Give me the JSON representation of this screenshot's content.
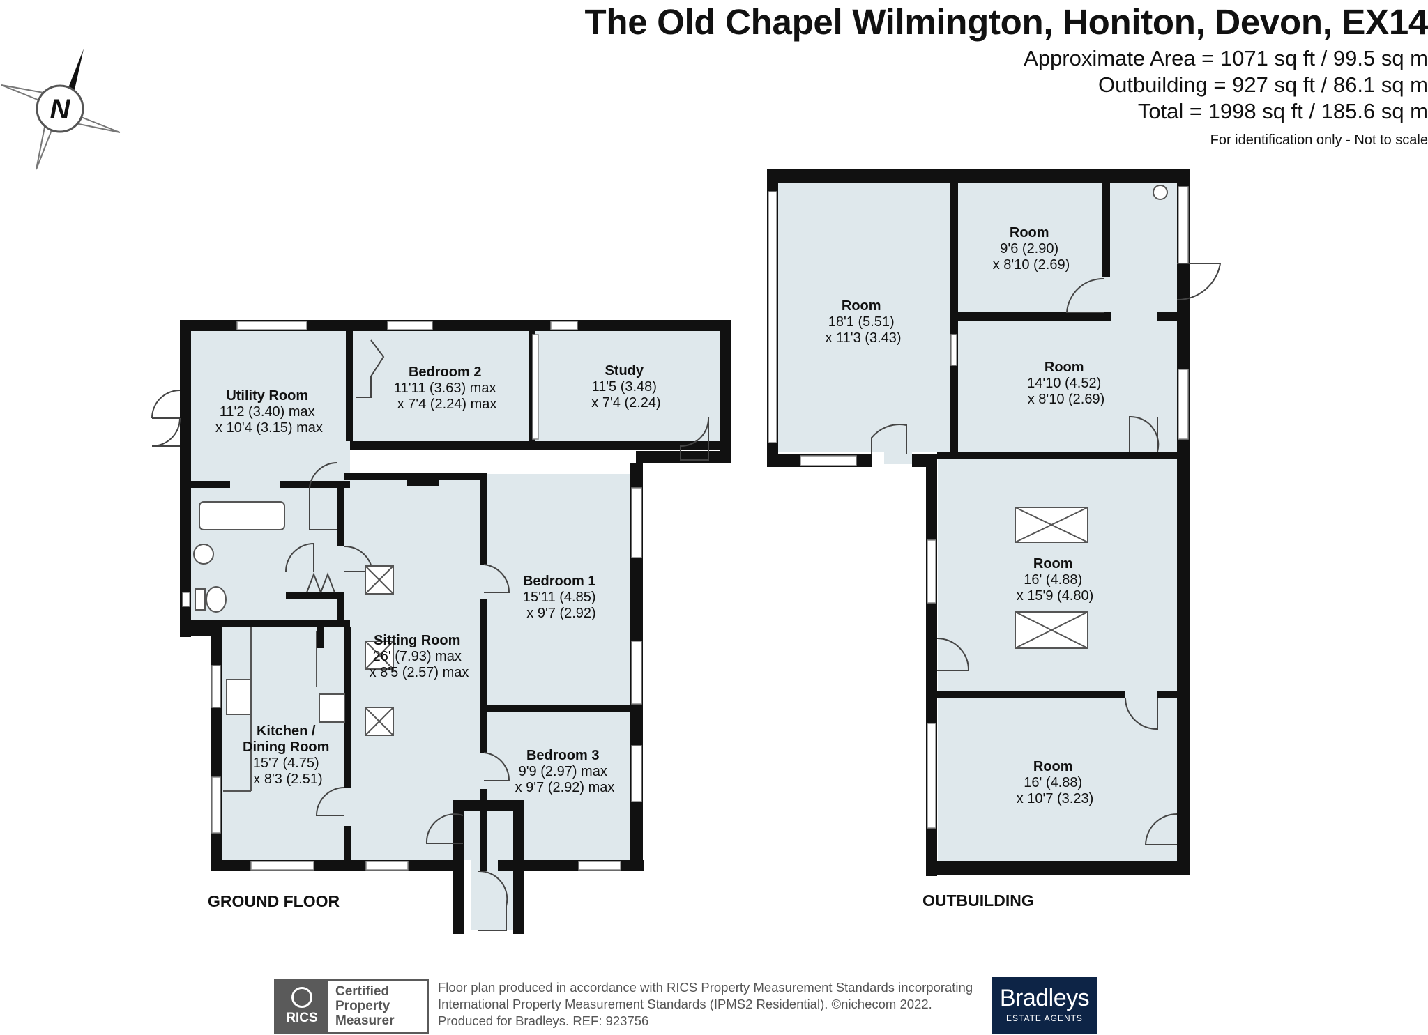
{
  "header": {
    "title": "The Old Chapel Wilmington, Honiton, Devon, EX14",
    "area_lines": [
      "Approximate Area = 1071 sq ft / 99.5 sq m",
      "Outbuilding = 927 sq ft / 86.1 sq m",
      "Total = 1998 sq ft / 185.6 sq m"
    ],
    "disclaimer": "For identification only - Not to scale"
  },
  "compass": {
    "label": "N"
  },
  "ground_floor": {
    "label": "GROUND FLOOR",
    "rooms": [
      {
        "name": "Utility Room",
        "dims": [
          "11'2 (3.40) max",
          "x 10'4 (3.15) max"
        ]
      },
      {
        "name": "Bedroom 2",
        "dims": [
          "11'11 (3.63) max",
          "x 7'4 (2.24) max"
        ]
      },
      {
        "name": "Study",
        "dims": [
          "11'5 (3.48)",
          "x 7'4 (2.24)"
        ]
      },
      {
        "name": "Bedroom 1",
        "dims": [
          "15'11 (4.85)",
          "x 9'7 (2.92)"
        ]
      },
      {
        "name": "Sitting Room",
        "dims": [
          "26' (7.93) max",
          "x 8'5 (2.57) max"
        ]
      },
      {
        "name": "Kitchen /",
        "name2": "Dining Room",
        "dims": [
          "15'7 (4.75)",
          "x 8'3 (2.51)"
        ]
      },
      {
        "name": "Bedroom 3",
        "dims": [
          "9'9 (2.97) max",
          "x 9'7 (2.92) max"
        ]
      }
    ]
  },
  "outbuilding": {
    "label": "OUTBUILDING",
    "rooms": [
      {
        "name": "Room",
        "dims": [
          "18'1 (5.51)",
          "x 11'3 (3.43)"
        ]
      },
      {
        "name": "Room",
        "dims": [
          "9'6 (2.90)",
          "x 8'10 (2.69)"
        ]
      },
      {
        "name": "Room",
        "dims": [
          "14'10 (4.52)",
          "x 8'10 (2.69)"
        ]
      },
      {
        "name": "Room",
        "dims": [
          "16' (4.88)",
          "x 15'9 (4.80)"
        ]
      },
      {
        "name": "Room",
        "dims": [
          "16' (4.88)",
          "x 10'7 (3.23)"
        ]
      }
    ]
  },
  "footer": {
    "badge": {
      "org": "RICS",
      "lines": [
        "Certified",
        "Property",
        "Measurer"
      ]
    },
    "text_lines": [
      "Floor plan produced in accordance with RICS Property Measurement Standards incorporating",
      "International Property Measurement Standards (IPMS2 Residential).   ©nichecom 2022.",
      "Produced for Bradleys.   REF: 923756"
    ],
    "brand": {
      "name": "Bradleys",
      "sub": "ESTATE AGENTS"
    }
  },
  "colors": {
    "wall": "#111111",
    "floor": "#dfe8ec",
    "brand": "#0d2446"
  }
}
